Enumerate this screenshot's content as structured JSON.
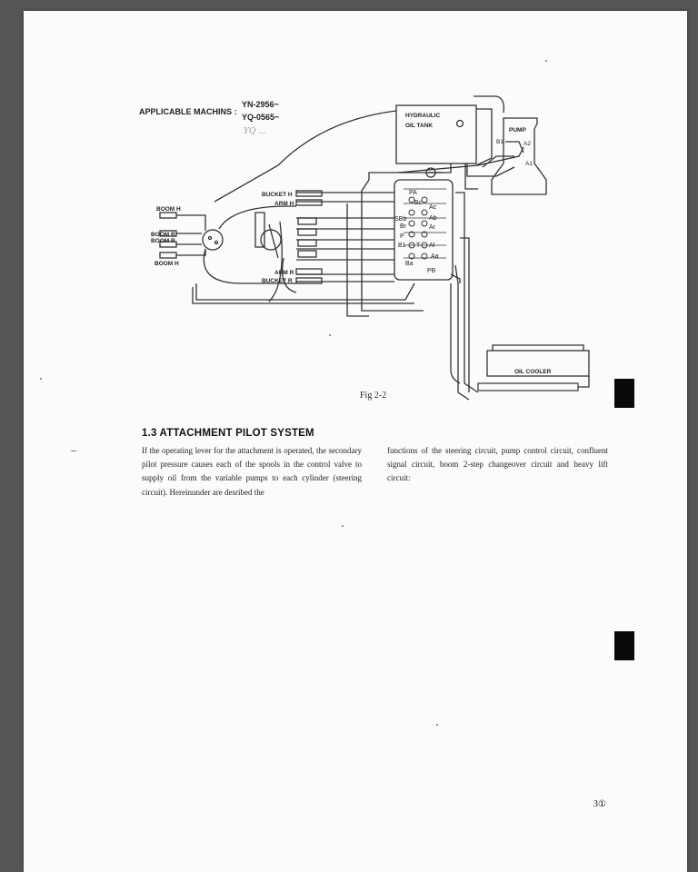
{
  "header": {
    "applicable_label": "APPLICABLE MACHINS :",
    "models": [
      "YN-2956~",
      "YQ-0565~"
    ],
    "handwritten_note": "YQ ..."
  },
  "diagram": {
    "labels": {
      "hydraulic_oil_tank_1": "HYDRAULIC",
      "hydraulic_oil_tank_2": "OIL TANK",
      "pump": "PUMP",
      "pump_b1": "B1",
      "pump_a2": "A2",
      "pump_a1": "A1",
      "bucket_h": "BUCKET H",
      "arm_h": "ARM H",
      "boom_h_top": "BOOM H",
      "boom_r_1": "BOOM R",
      "boom_r_2": "BOOM R",
      "boom_h_bottom": "BOOM H",
      "arm_r": "ARM R",
      "bucket_r": "BUCKET R",
      "oil_cooler": "OIL COOLER",
      "pa": "PA",
      "bc": "Bc",
      "ac": "Ac",
      "sbb": "SBb",
      "ab": "Ab",
      "br": "Br",
      "ar": "Ar",
      "p": "P",
      "t": "T",
      "b1": "B1",
      "al": "Al",
      "aa": "Aa",
      "ba": "Ba",
      "pb": "PB"
    },
    "caption": "Fig 2-2"
  },
  "section": {
    "heading": "1.3 ATTACHMENT PILOT SYSTEM",
    "col_left": "If the operating lever for the attachment is operated, the secondary pilot pressure causes each of the spools in the control valve to supply oil from the variable pumps to each cylinder (steering circuit). Hereinunder are desribed the",
    "col_right": "functions of the steering circuit, pump control circuit, confluent signal circuit, boom 2-step changeover circuit and heavy lift circuit:"
  },
  "footer": {
    "page_number": "3①"
  }
}
